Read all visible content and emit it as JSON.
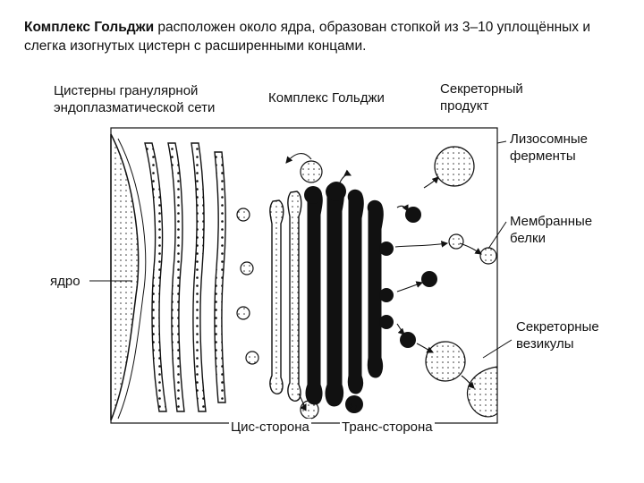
{
  "intro": {
    "term": "Комплекс Гольджи",
    "rest": " расположен около ядра, образован стопкой из 3–10 уплощённых и слегка изогнутых цистерн с расширенными концами."
  },
  "labels": {
    "er_line1": "Цистерны гранулярной",
    "er_line2": "эндоплазматической сети",
    "golgi": "Комплекс Гольджи",
    "secretory_product_line1": "Секреторный",
    "secretory_product_line2": "продукт",
    "lysosomal_line1": "Лизосомные",
    "lysosomal_line2": "ферменты",
    "membrane_line1": "Мембранные",
    "membrane_line2": "белки",
    "nucleus": "ядро",
    "vesicles_line1": "Секреторные",
    "vesicles_line2": "везикулы",
    "cis": "Цис-сторона",
    "trans": "Транс-сторона"
  }
}
